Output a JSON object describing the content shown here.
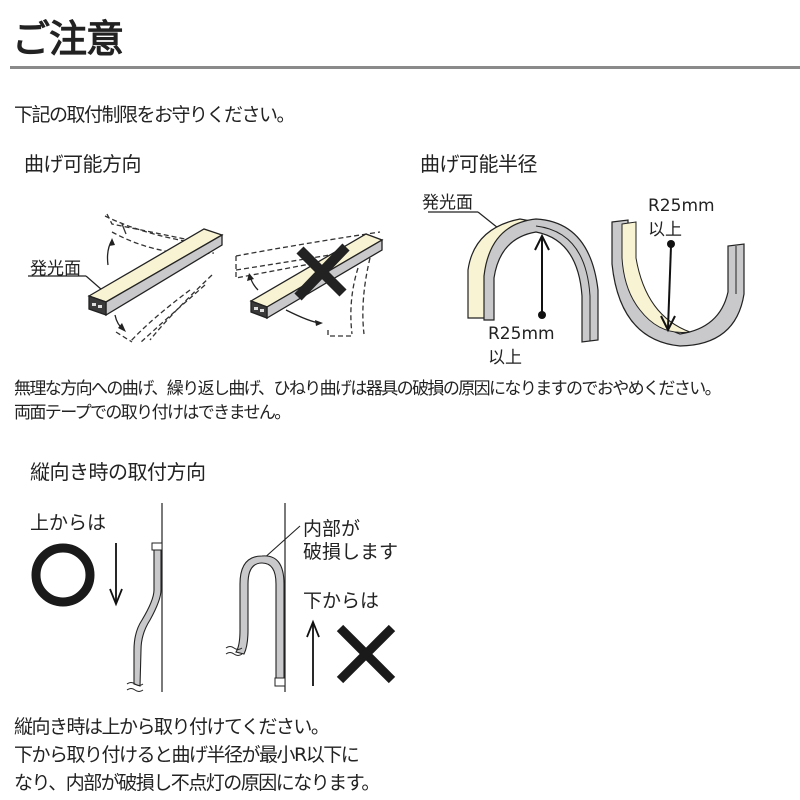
{
  "header": {
    "title": "ご注意"
  },
  "intro": {
    "text": "下記の取付制限をお守りください。"
  },
  "bend_direction": {
    "heading": "曲げ可能方向",
    "emitting_face_label": "発光面"
  },
  "bend_radius": {
    "heading": "曲げ可能半径",
    "emitting_face_label": "発光面",
    "radius_label_left": "R25mm",
    "radius_suffix_left": "以上",
    "radius_label_right": "R25mm",
    "radius_suffix_right": "以上"
  },
  "warning": {
    "line1": "無理な方向への曲げ、繰り返し曲げ、ひねり曲げは器具の破損の原因になりますのでおやめください。",
    "line2": "両面テープでの取り付けはできません。"
  },
  "vertical_mounting": {
    "heading": "縦向き時の取付方向",
    "from_top_label": "上からは",
    "damage_label_line1": "内部が",
    "damage_label_line2": "破損します",
    "from_bottom_label": "下からは",
    "ok_symbol": "○",
    "ng_symbol": "×"
  },
  "footer_notes": {
    "line1": "縦向き時は上から取り付けてください。",
    "line2": "下から取り付けると曲げ半径が最小R以下に",
    "line3": "なり、内部が破損し不点灯の原因になります。"
  },
  "colors": {
    "emitting_face": "#f8f3d2",
    "strip_body": "#c9c9cb",
    "ink": "#1e1e1e",
    "rule": "#8a8a8a"
  }
}
